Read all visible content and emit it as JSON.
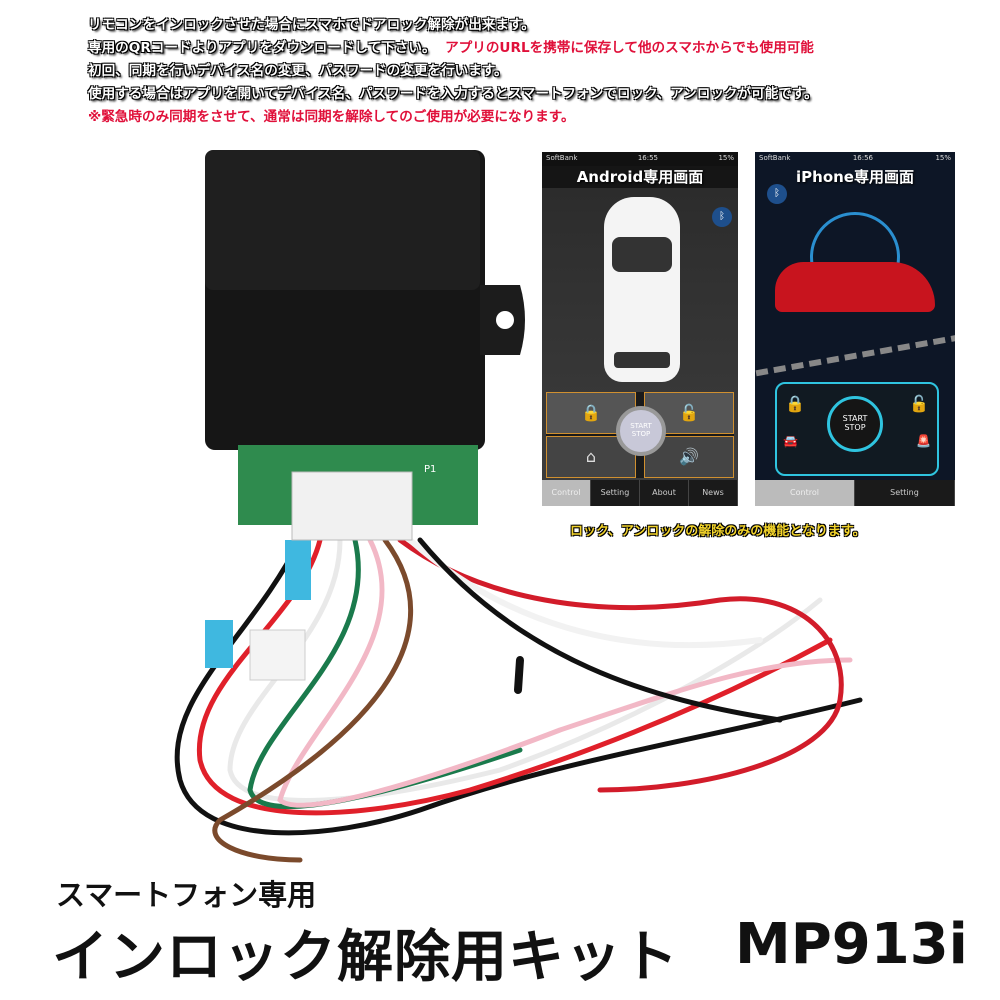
{
  "intro": {
    "line1": "リモコンをインロックさせた場合にスマホでドアロック解除が出来ます。",
    "line2": "専用のQRコードよりアプリをダウンロードして下さい。",
    "line2_red": "アプリのURLを携帯に保存して他のスマホからでも使用可能",
    "line3": "初回、同期を行いデバイス名の変更、パスワードの変更を行います。",
    "line4": "使用する場合はアプリを開いてデバイス名、パスワードを入力するとスマートフォンでロック、アンロックが可能です。",
    "line5": "※緊急時のみ同期をさせて、通常は同期を解除してのご使用が必要になります。"
  },
  "android": {
    "carrier": "SoftBank",
    "time": "16:55",
    "battery": "15%",
    "title": "Android専用画面",
    "start_top": "START",
    "start_bottom": "STOP",
    "tabs": [
      "Control",
      "Setting",
      "About",
      "News"
    ]
  },
  "iphone": {
    "carrier": "SoftBank",
    "time": "16:56",
    "battery": "15%",
    "title": "iPhone専用画面",
    "start_top": "START",
    "start_bottom": "STOP",
    "tabs": [
      "Control",
      "Setting"
    ]
  },
  "device": {
    "connector_label": "P1"
  },
  "caption": "ロック、アンロックの解除のみの機能となります。",
  "product": {
    "subtitle": "スマートフォン専用",
    "title": "インロック解除用キット",
    "model": "MP913i"
  },
  "colors": {
    "red_text": "#e0103a",
    "caption_yellow": "#f2d32a",
    "iphone_accent": "#2fc4e0"
  }
}
